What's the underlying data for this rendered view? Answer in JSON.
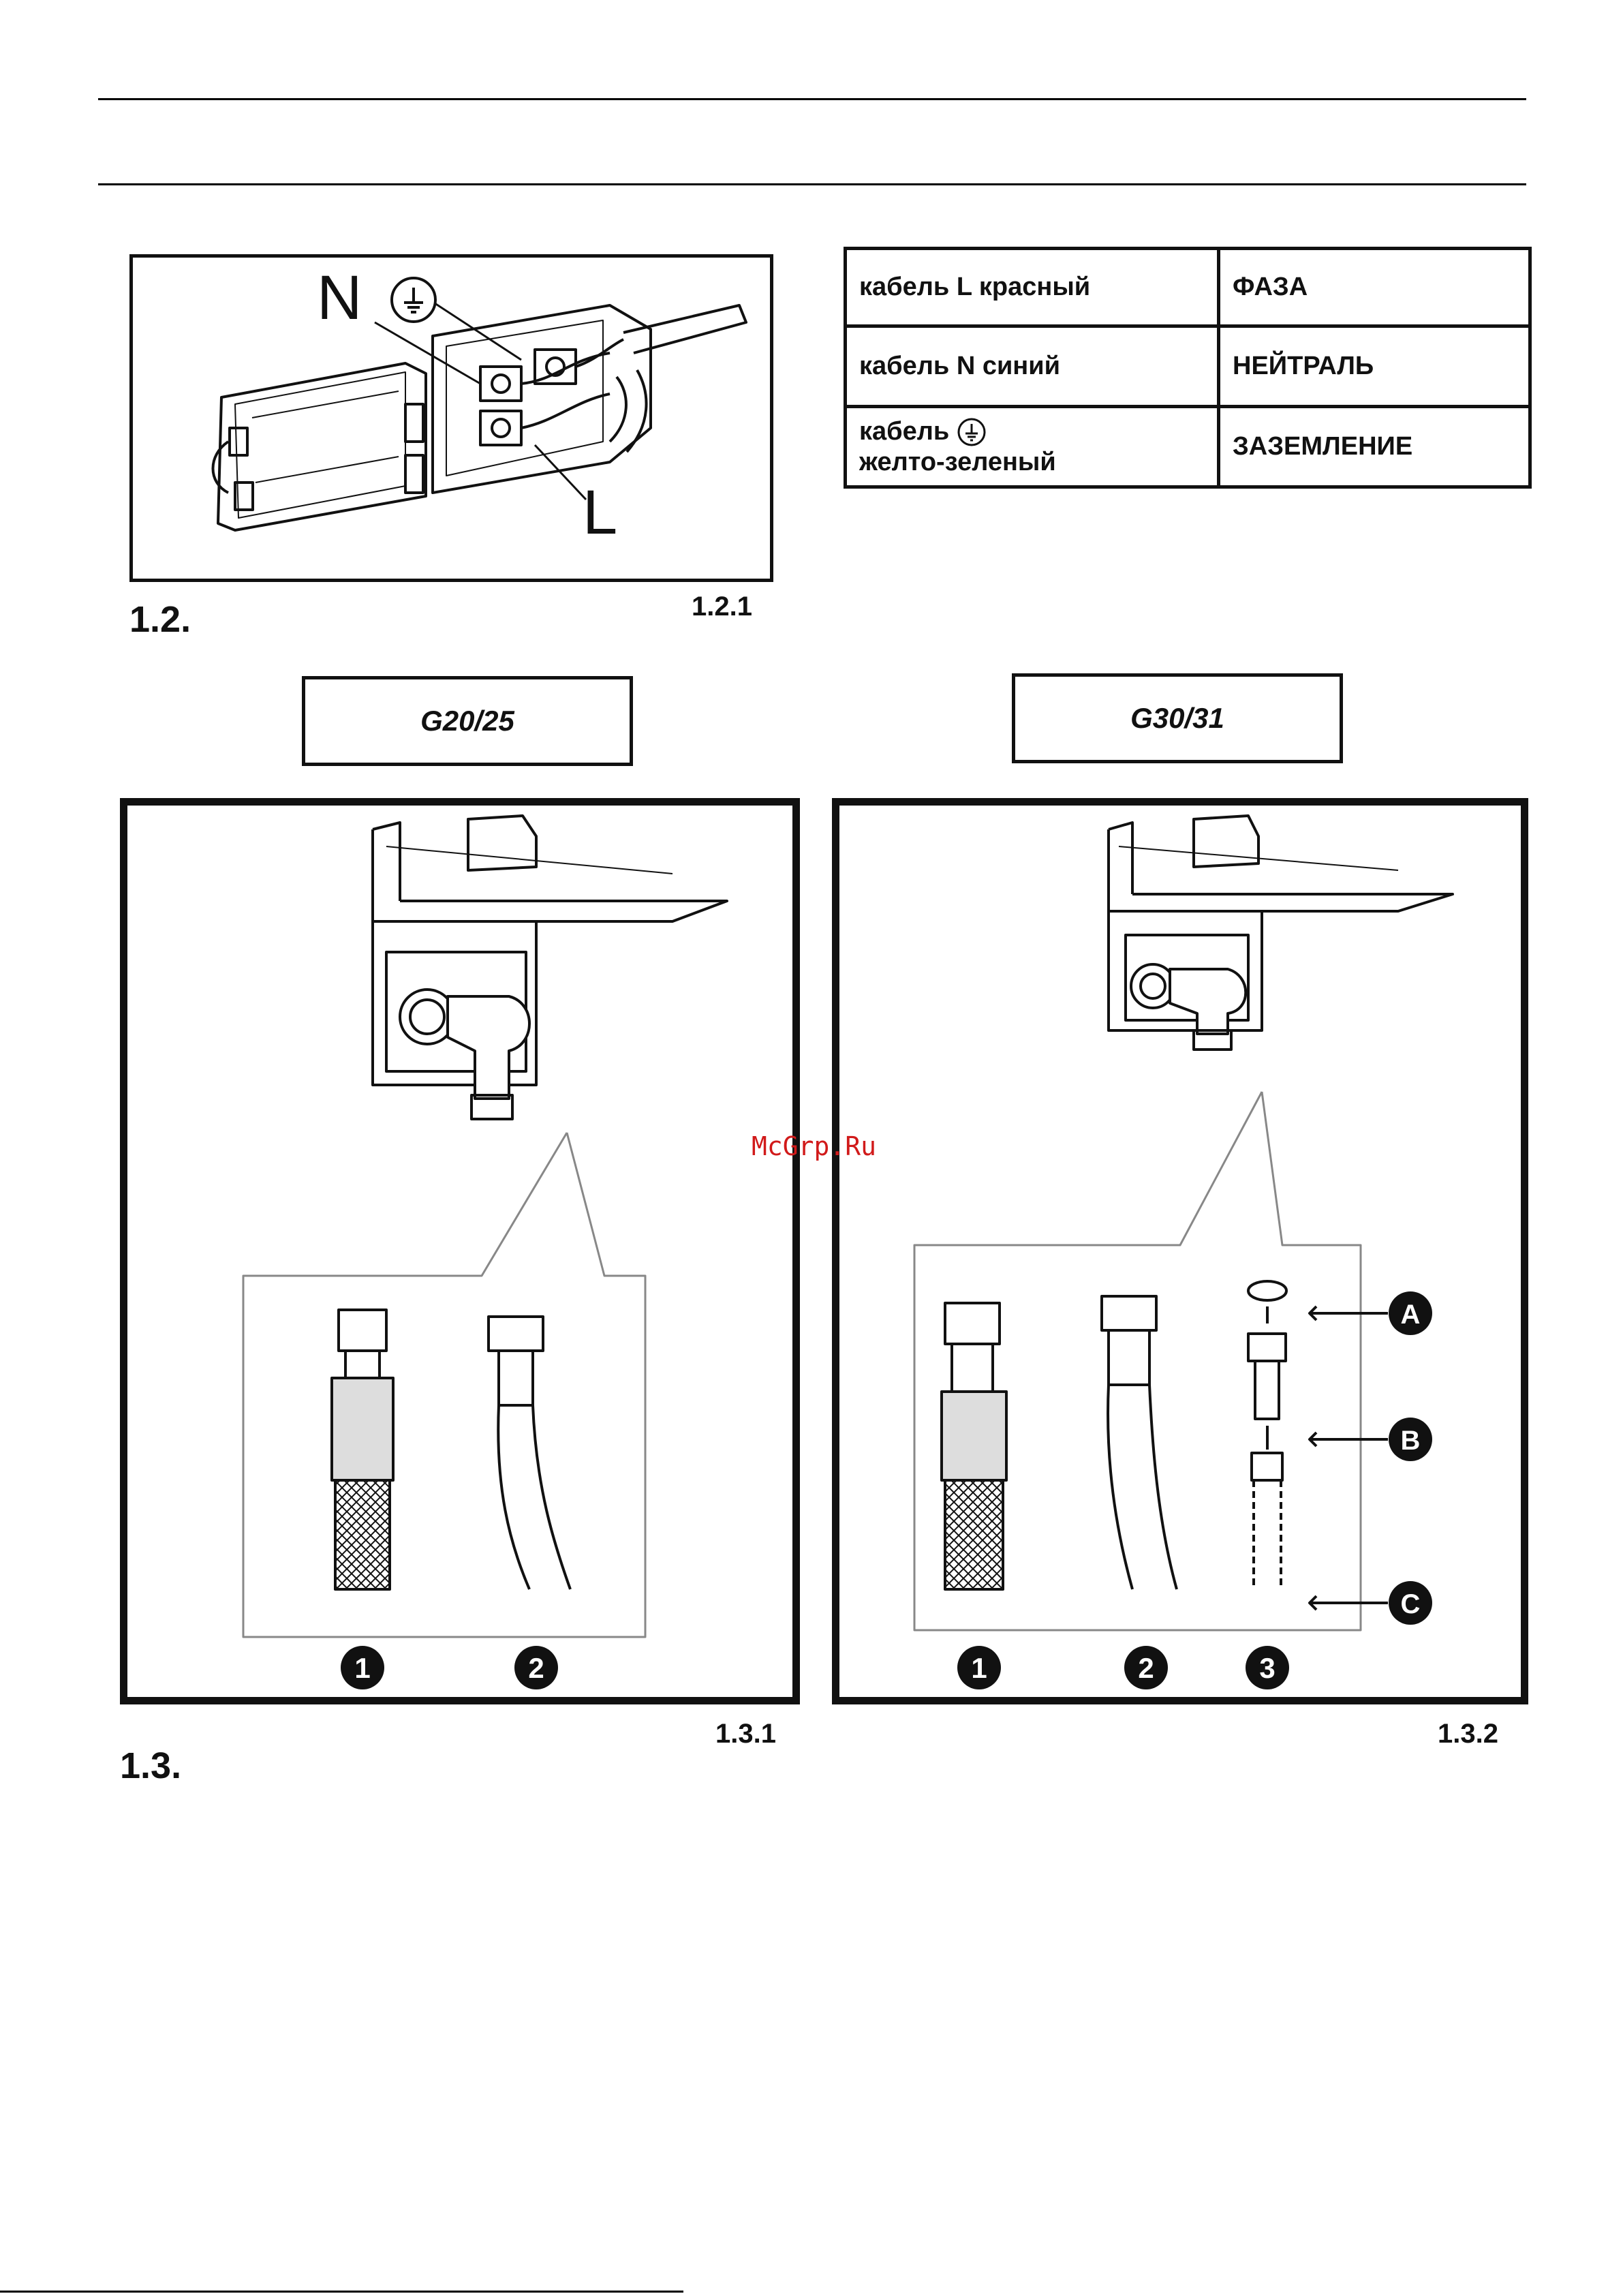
{
  "section_electric": "1.2.",
  "fig_electric": "1.2.1",
  "terminal_labels": {
    "n": "N",
    "l": "L"
  },
  "wire_table": [
    {
      "cable": "кабель L красный",
      "function": "ФАЗА"
    },
    {
      "cable": "кабель N синий",
      "function": "НЕЙТРАЛЬ"
    },
    {
      "cable_prefix": "кабель",
      "cable_suffix": "желто-зеленый",
      "function": "ЗАЗЕМЛЕНИЕ"
    }
  ],
  "gas_left": "G20/25",
  "gas_right": "G30/31",
  "section_gas": "1.3.",
  "fig_left": "1.3.1",
  "fig_right": "1.3.2",
  "callouts_left": [
    "1",
    "2"
  ],
  "callouts_right": [
    "1",
    "2",
    "3"
  ],
  "part_letters": [
    "A",
    "B",
    "C"
  ],
  "watermark": "McGrp.Ru",
  "icons": [
    "ground-symbol-icon"
  ]
}
